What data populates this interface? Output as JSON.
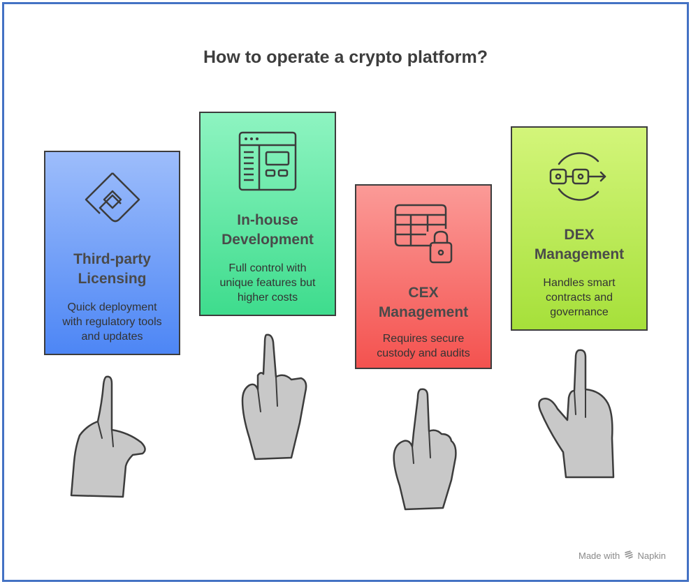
{
  "title": "How to operate a crypto platform?",
  "cards": [
    {
      "heading": "Third-party\nLicensing",
      "description": "Quick deployment\nwith regulatory tools\nand updates",
      "icon": "diamond-logo-icon",
      "color": "#5b8ff7"
    },
    {
      "heading": "In-house\nDevelopment",
      "description": "Full control with\nunique features but\nhigher costs",
      "icon": "app-window-icon",
      "color": "#49e096"
    },
    {
      "heading": "CEX\nManagement",
      "description": "Requires secure\ncustody and audits",
      "icon": "table-lock-icon",
      "color": "#f55e5b"
    },
    {
      "heading": "DEX\nManagement",
      "description": "Handles smart\ncontracts and\ngovernance",
      "icon": "linked-nodes-icon",
      "color": "#acd946"
    }
  ],
  "footer": {
    "made_with": "Made with",
    "brand": "Napkin"
  },
  "colors": {
    "frame_border": "#4472c4",
    "hand_fill": "#c8c8c8",
    "outline": "#3c3c3c"
  }
}
